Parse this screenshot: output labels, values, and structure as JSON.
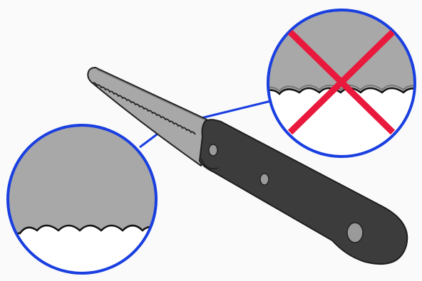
{
  "diagram": {
    "subject": "serrated-knife",
    "colors": {
      "background": "#fafafa",
      "blade": "#a8a8a8",
      "blade_outline": "#222222",
      "handle": "#3c3c3c",
      "rivet": "#9a9a9a",
      "magnifier_ring": "#1a3fe0",
      "serration_edge": "#111111",
      "cross_mark": "#e8193c"
    },
    "callouts": [
      {
        "id": "correct-serration",
        "verdict": "correct"
      },
      {
        "id": "incorrect-serration",
        "verdict": "incorrect",
        "mark": "x-mark-icon"
      }
    ]
  }
}
